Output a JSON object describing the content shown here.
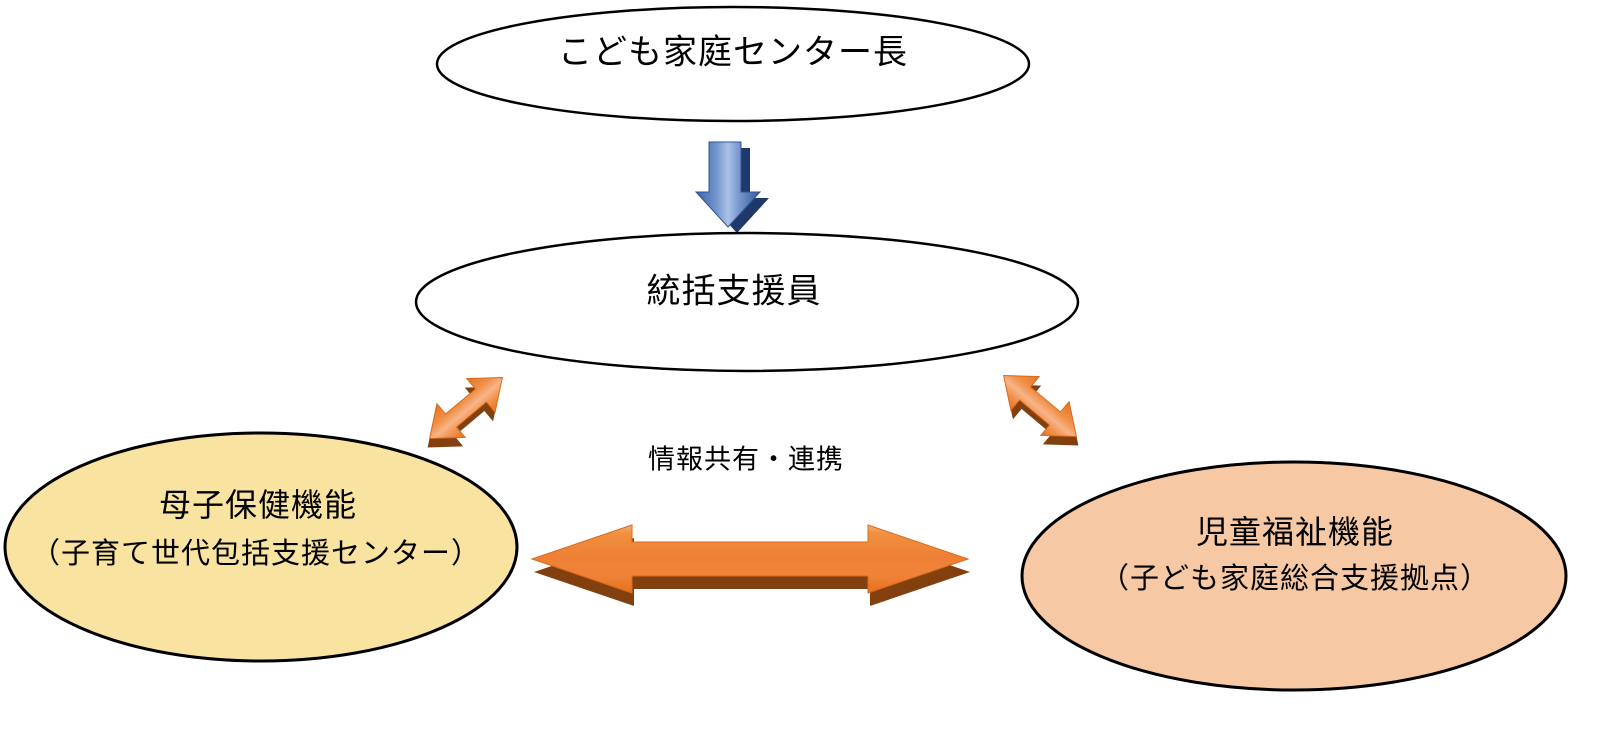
{
  "diagram": {
    "title_implied": "こども家庭センター体制図",
    "top_ellipse": {
      "label": "こども家庭センター長",
      "fill": "#ffffff",
      "border": "#000000"
    },
    "middle_ellipse": {
      "label": "統括支援員",
      "fill": "#ffffff",
      "border": "#000000"
    },
    "left_ellipse": {
      "title": "母子保健機能",
      "subtitle": "（子育て世代包括支援センター）",
      "fill": "#F8E3A0",
      "border": "#000000"
    },
    "right_ellipse": {
      "title": "児童福祉機能",
      "subtitle": "（子ども家庭総合支援拠点）",
      "fill": "#F6C9A4",
      "border": "#000000"
    },
    "center_label": "情報共有・連携",
    "arrows": {
      "down_arrow_color": "#4472C4",
      "down_arrow_shadow": "#20396B",
      "orange_arrow_color": "#ED7D31",
      "orange_arrow_shadow": "#83400F"
    }
  }
}
